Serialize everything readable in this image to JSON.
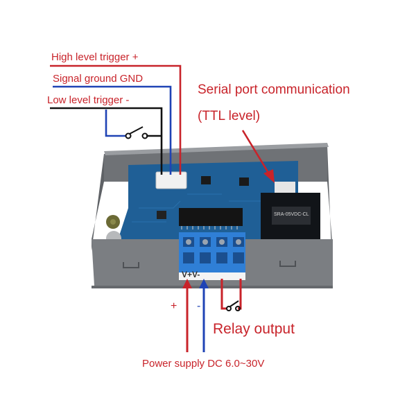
{
  "labels": {
    "high_trigger": "High level trigger +",
    "signal_gnd": "Signal ground GND",
    "low_trigger": "Low level trigger -",
    "serial_port": "Serial port communication",
    "ttl_level": "(TTL level)",
    "relay_output": "Relay output",
    "power_supply": "Power supply DC 6.0~30V"
  },
  "terminal_legend": "V+V-",
  "power_plus": "+",
  "power_minus": "-",
  "relay_part_label": "SRA-05VDC-CL",
  "colors": {
    "label_red": "#c8232a",
    "wire_blue": "#1f43b5",
    "wire_black": "#111111",
    "wire_red": "#c8232a",
    "case_gray": "#7b7e82",
    "pcb_blue": "#1f5f96",
    "terminal_blue": "#2f7fd6"
  }
}
